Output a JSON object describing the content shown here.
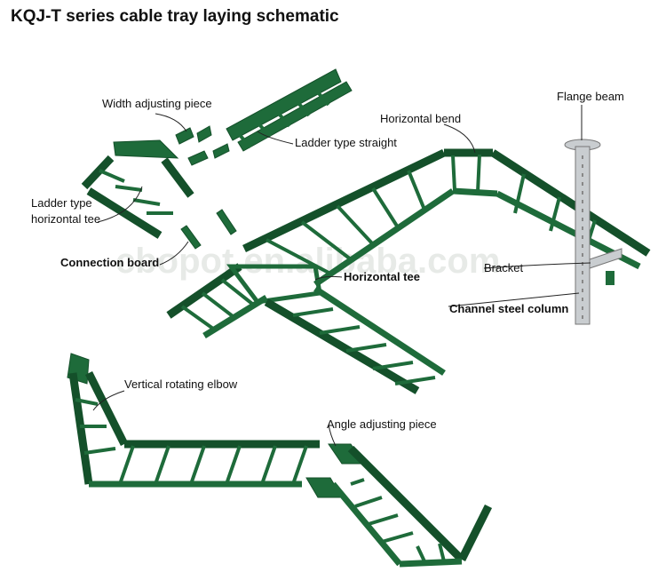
{
  "title": "KQJ-T series cable tray laying schematic",
  "watermark": "cbopot.en.alibaba.com",
  "labels": {
    "width_adjusting_piece": "Width adjusting piece",
    "ladder_type_straight": "Ladder type straight",
    "ladder_type_horizontal_tee_1": "Ladder type",
    "ladder_type_horizontal_tee_2": "horizontal tee",
    "horizontal_bend": "Horizontal bend",
    "flange_beam": "Flange beam",
    "connection_board": "Connection board",
    "horizontal_tee": "Horizontal tee",
    "bracket": "Bracket",
    "channel_steel_column": "Channel steel column",
    "vertical_rotating_elbow": "Vertical rotating elbow",
    "angle_adjusting_piece": "Angle adjusting piece"
  },
  "colors": {
    "tray_green": "#1e6b3a",
    "tray_dark": "#14502a",
    "column_gray": "#c9cdd0"
  }
}
